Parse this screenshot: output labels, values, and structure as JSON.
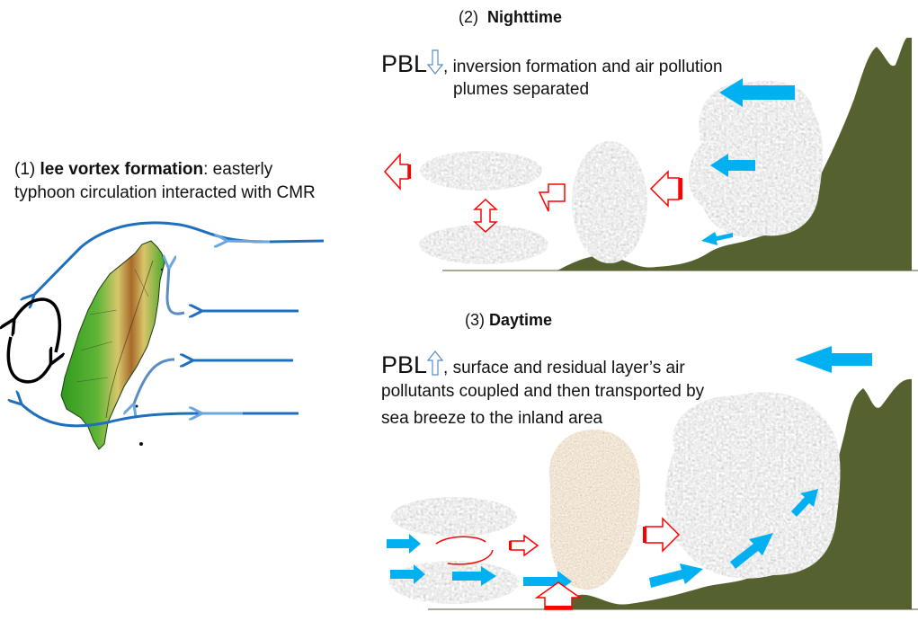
{
  "panel1": {
    "number": "(1)",
    "title": "lee vortex formation",
    "title_suffix": ":",
    "desc_line1_rest": " easterly",
    "desc_line2": "typhoon circulation interacted with CMR"
  },
  "panel2": {
    "number": "(2)",
    "title": "Nighttime",
    "pbl_label": "PBL",
    "pbl_direction": "down",
    "desc_line1": ", inversion formation and air pollution",
    "desc_line2": "plumes separated"
  },
  "panel3": {
    "number": "(3)",
    "title": "Daytime",
    "pbl_label": "PBL",
    "pbl_direction": "up",
    "desc_line1": ", surface and residual layer’s air",
    "desc_line2": "pollutants coupled and then transported by",
    "desc_line3": "sea breeze to the inland area"
  },
  "colors": {
    "terrain": "#556230",
    "wind_arrow": "#00b0f0",
    "plume_arrow": "#ff0000",
    "streamline": "#1f6fbf",
    "streamline_light": "#6aa7dc",
    "vortex": "#000000",
    "pbl_arrow": "#5b8cc4",
    "plume_gray": "#9a9a9a",
    "plume_brown": "#a89a88"
  }
}
